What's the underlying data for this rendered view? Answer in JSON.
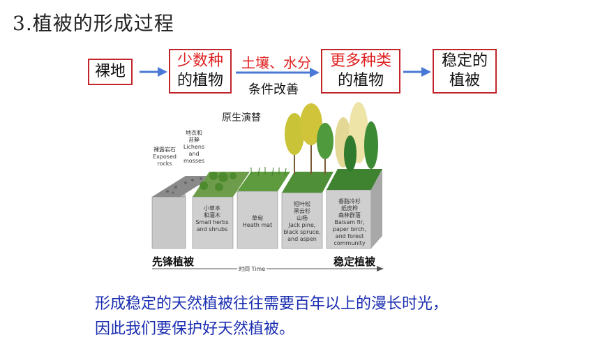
{
  "title": "3.植被的形成过程",
  "flow": {
    "bare": "裸地",
    "few_top": "少数种",
    "few_bottom": "的植物",
    "cond_top": "土壤、水分",
    "cond_bottom": "条件改善",
    "more_top": "更多种类",
    "more_bottom": "的植物",
    "stable_top": "稳定的",
    "stable_bottom": "植被"
  },
  "figure": {
    "title": "原生演替",
    "stage1": [
      "裸露岩石",
      "Exposed",
      "rocks"
    ],
    "stage2": [
      "地衣和",
      "苔藓",
      "Lichens",
      "and",
      "mosses"
    ],
    "stage3": [
      "小草本",
      "和灌木",
      "Small herbs",
      "and shrubs"
    ],
    "stage4": [
      "草甸",
      "Heath mat"
    ],
    "stage5": [
      "短叶松",
      "黑云杉",
      "山杨",
      "Jack pine,",
      "black spruce,",
      "and aspen"
    ],
    "stage6": [
      "香脂冷杉",
      "纸皮桦",
      "森林群落",
      "Balsam fir,",
      "paper birch,",
      "and forest",
      "community"
    ],
    "pioneer": "先锋植被",
    "stable": "稳定植被",
    "time": "时间 Time"
  },
  "caption": {
    "line1": "形成稳定的天然植被往往需要百年以上的漫长时光，",
    "line2": "因此我们要保护好天然植被。"
  },
  "colors": {
    "box_border": "#c2242b",
    "red_text": "#e02020",
    "arrow": "#4a78d6",
    "caption": "#1a2db0"
  }
}
